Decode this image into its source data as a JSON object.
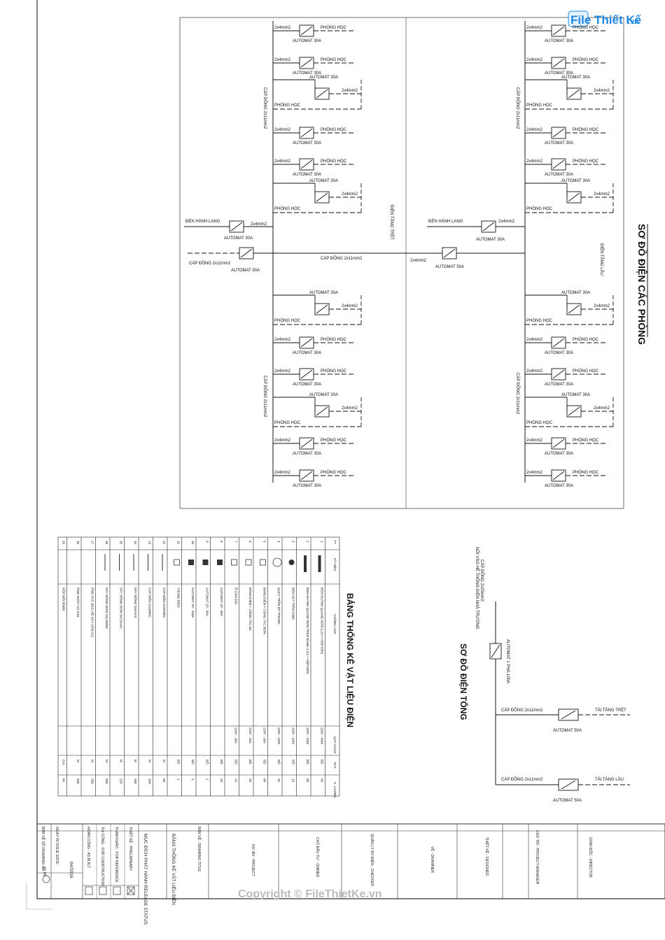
{
  "logo": {
    "text": "File Thiết Kế",
    "suffix": ".vn"
  },
  "watermark": "Copyright © FileThietKe.vn",
  "room_diagram": {
    "title": "SƠ ĐỒ ĐIỆN CÁC PHÒNG",
    "ground_floor_label": "ĐIỆN TẦNG TRỆT",
    "upper_floor_label": "ĐIỆN TẦNG LẦU",
    "room": "PHÒNG HỌC",
    "wire_4": "2x4mm2",
    "breaker_30": "AUTOMAT 30A",
    "breaker_50": "AUTOMAT 50A",
    "riser_cable": "CÁP ĐỒNG 2x11mm2",
    "main_cable": "CÁP ĐỒNG 2x11mm2",
    "corridor_light": "ĐÈN HÀNH LANG"
  },
  "main_diagram": {
    "title": "SƠ ĐỒ ĐIỆN TỔNG",
    "incoming": "NỐI VÀO HỆ THỐNG ĐIỆN NHÀ TRƯỜNG",
    "incoming_cable": "CÁP ĐỒNG 2x25mm2",
    "main_breaker": "AUTOMAT 1 PHA 100A",
    "feeder_cable": "CÁP ĐỒNG 2x11mm2",
    "feeder_breaker": "AUTOMAT 50A",
    "load_ground": "TẢI TẦNG TRỆT",
    "load_upper": "TẢI TẦNG LẦU"
  },
  "materials_table": {
    "title": "BẢNG THỐNG KÊ VẬT LIỆU ĐIỆN",
    "headers": [
      "TT",
      "KÝ HIỆU",
      "CHỦNG LOẠI",
      "QUY CÁCH",
      "ĐVT",
      "S. LƯỢNG"
    ],
    "rows": [
      {
        "no": "1",
        "type": "ĐÈN HUỲNH QUANG ĐƠN 1,2m + HỘP ĐÈN",
        "spec": "220V - 40W",
        "unit": "BỘ",
        "qty": "48"
      },
      {
        "no": "2",
        "type": "ĐÈN HUỲNH QUANG ĐƠN TREO BẢNG 1,2m + HỘP ĐÈN",
        "spec": "220V - 20W",
        "unit": "BỘ",
        "qty": "08"
      },
      {
        "no": "3",
        "type": "ĐÈN SÁT TRẦN D300",
        "spec": "220V - 20W",
        "unit": "BỘ",
        "qty": "13"
      },
      {
        "no": "4",
        "type": "QUẠT TRẦN MỸ PHONG",
        "spec": "220V - 20W",
        "unit": "BỘ",
        "qty": "32"
      },
      {
        "no": "5",
        "type": "BẢNG ĐIỆN + CÔNG TẮC ĐƠN",
        "spec": "220V - 16A",
        "unit": "BỘ",
        "qty": "08"
      },
      {
        "no": "6",
        "type": "BẢNG ĐIỆN + CÔNG TẮC BA",
        "spec": "220V - 16A",
        "unit": "BỘ",
        "qty": "20"
      },
      {
        "no": "7",
        "type": "Ổ CẮM ĐÔI",
        "spec": "220V - 16A",
        "unit": "BỘ",
        "qty": "24"
      },
      {
        "no": "8",
        "type": "AUTOMAT 1P - 30A",
        "spec": "",
        "unit": "BỘ",
        "qty": "26"
      },
      {
        "no": "9",
        "type": "AUTOMAT 1P - 50A",
        "spec": "",
        "unit": "BỘ",
        "qty": "2"
      },
      {
        "no": "10",
        "type": "AUTOMAT 1P - 100A",
        "spec": "",
        "unit": "BỘ",
        "qty": "1"
      },
      {
        "no": "11",
        "type": "THÙNG ĐIỆN",
        "spec": "",
        "unit": "BỘ",
        "qty": "1"
      },
      {
        "no": "12",
        "type": "CÁP ĐIỆN 2x25MM2",
        "spec": "",
        "unit": "M",
        "qty": "50"
      },
      {
        "no": "13",
        "type": "CÁP ĐIỆN 2x11MM2",
        "spec": "",
        "unit": "M",
        "qty": "100"
      },
      {
        "no": "14",
        "type": "DÂY ĐỒNG 2x4mm2",
        "spec": "",
        "unit": "M",
        "qty": "160"
      },
      {
        "no": "15",
        "type": "DÂY ĐỒNG ĐƠN 2x2,5mm2",
        "spec": "",
        "unit": "M",
        "qty": "220"
      },
      {
        "no": "16",
        "type": "DÂY ĐỒNG ĐƠN 2x1,5MM2",
        "spec": "",
        "unit": "M",
        "qty": "400"
      },
      {
        "no": "17",
        "type": "ỐNG PVC BẢO HỘ DÂY DẪN D21",
        "spec": "",
        "unit": "M",
        "qty": "260"
      },
      {
        "no": "18",
        "type": "ỐNG RUỘT GÀ D16",
        "spec": "",
        "unit": "M",
        "qty": "400"
      },
      {
        "no": "19",
        "type": "HỘP NỐI 60x60",
        "spec": "",
        "unit": "CÁI",
        "qty": "40"
      }
    ]
  },
  "title_block": {
    "drawing_no_label": "BẢN VẼ SỐ DRAWING No.",
    "drawing_no": "ĐI.05",
    "issue_label": "NGÀY IN ISSUE DATE:",
    "issue_date": "04/2016",
    "status_as_built": "HOÀN CÔNG - AS BUILT",
    "status_construction": "THI CÔNG - FOR CONSTRUCTION",
    "status_reference": "THAM KHẢO - FOR REFERENCE",
    "status_preliminary": "THIẾT KẾ - PRELIMINARY",
    "release_status": "MỤC ĐÍCH PHÁT HÀNH RELEASE STATUS",
    "drawing_name": "BẢNG THỐNG KÊ VẬT LIỆU ĐIỆN",
    "drawing_title_label": "BẢN VẼ - DRAWING TITLE:",
    "project_label": "DỰ ÁN - PROJECT",
    "owner_label": "CHỦ ĐẦU TƯ - OWNER",
    "checker_label": "QUẢN LÝ BV ĐIỆN - CHECKER",
    "drawer_label": "VẼ - DRAWNER",
    "designer_label": "THIẾT KẾ - DESIGNER",
    "pm_label": "CHỦ TRÌ - PROJECT MANAGER",
    "director_label": "GIÁM ĐỐC - DIRECTOR"
  }
}
